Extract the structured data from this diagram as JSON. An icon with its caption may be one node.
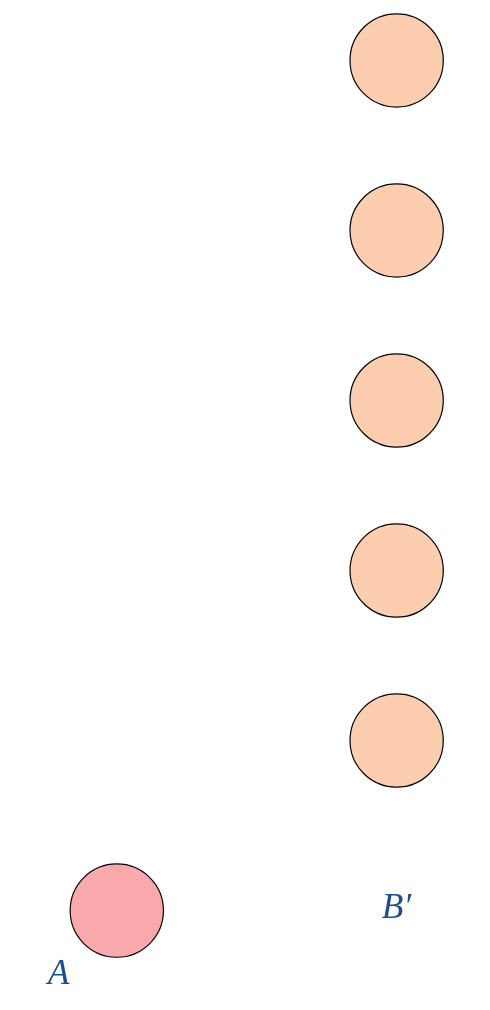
{
  "diagram": {
    "nodes": [
      {
        "text": [
          "A"
        ]
      },
      {
        "text": [],
        "shape": "circle"
      },
      {
        "text": [],
        "shape": "circle"
      },
      {
        "text": [],
        "shape": "circle"
      },
      {
        "text": [],
        "shape": "circle"
      },
      {
        "text": [],
        "shape": "circle"
      }
    ],
    "labels": [
      "B′"
    ]
  }
}
